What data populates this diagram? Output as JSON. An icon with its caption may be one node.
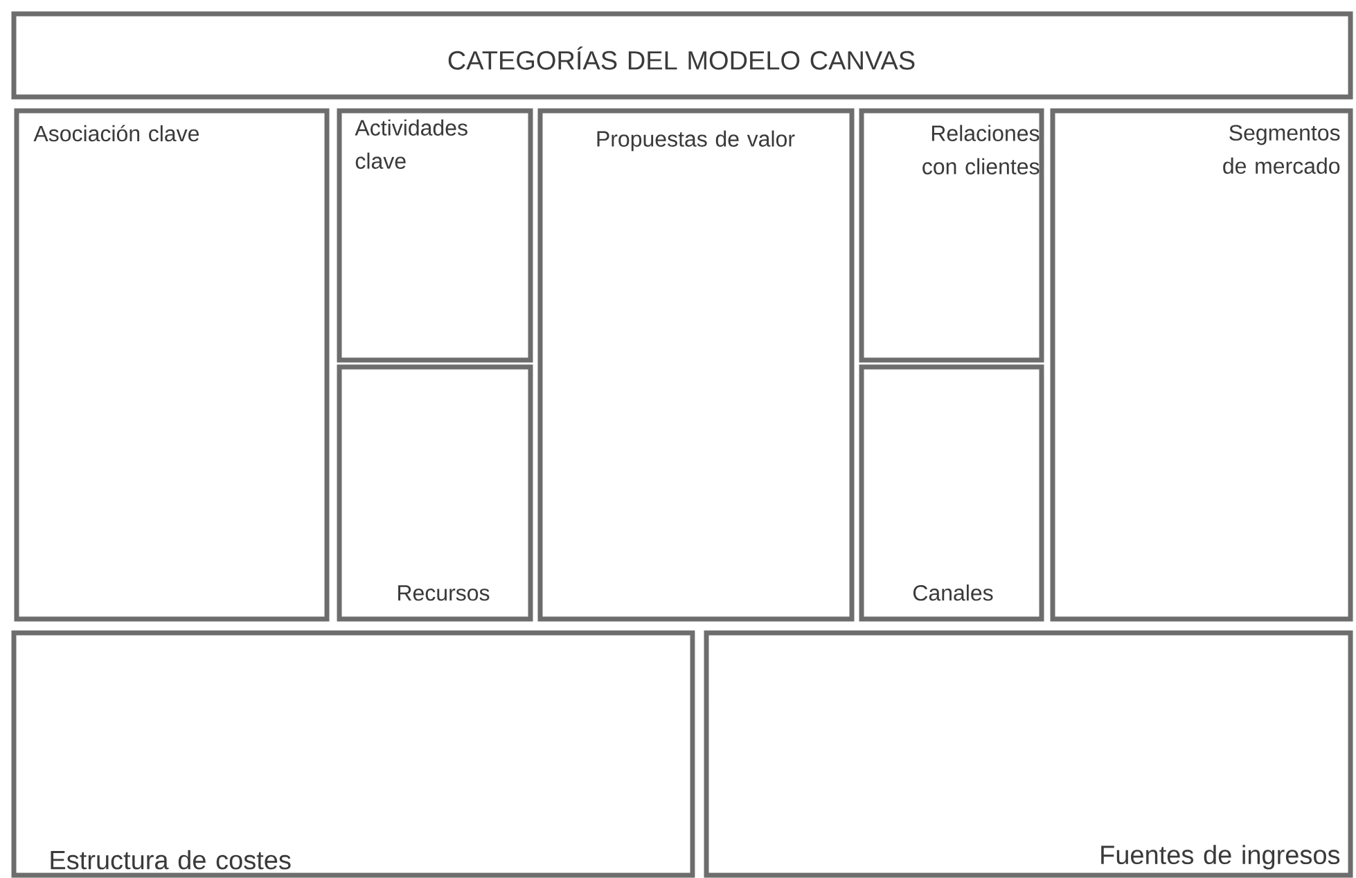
{
  "diagram": {
    "nodes": [
      {
        "text": [
          "CATEGORÍAS DEL MODELO CANVAS"
        ]
      },
      {
        "text": [
          "Asociación clave"
        ]
      },
      {
        "text": [
          "Actividades clave"
        ]
      },
      {
        "text": [
          "Recursos"
        ]
      },
      {
        "text": [
          "Propuestas de valor"
        ]
      },
      {
        "text": [
          "Relaciones con clientes"
        ]
      },
      {
        "text": [
          "Canales"
        ]
      },
      {
        "text": [
          "Segmentos de mercado"
        ]
      },
      {
        "text": [
          "Estructura de costes"
        ]
      },
      {
        "text": [
          "Fuentes de ingresos"
        ]
      }
    ]
  }
}
